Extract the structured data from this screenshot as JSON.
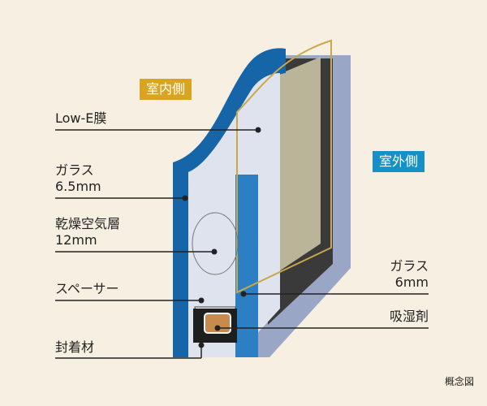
{
  "badges": {
    "indoor": "室内側",
    "outdoor": "室外側"
  },
  "labels": {
    "lowe": "Low-E膜",
    "glass_in_1": "ガラス",
    "glass_in_2": "6.5mm",
    "air_1": "乾燥空気層",
    "air_2": "12mm",
    "spacer": "スペーサー",
    "sealant": "封着材",
    "glass_out_1": "ガラス",
    "glass_out_2": "6mm",
    "desiccant": "吸湿剤"
  },
  "note": "概念図",
  "colors": {
    "background": "#f7f0e2",
    "glass_blue": "#1565a8",
    "glass_edge": "#2b9ad8",
    "indoor_badge": "#d9a520",
    "outdoor_badge": "#1591c8",
    "lowe_film": "#c8a84a",
    "desiccant": "#c98a4e"
  }
}
